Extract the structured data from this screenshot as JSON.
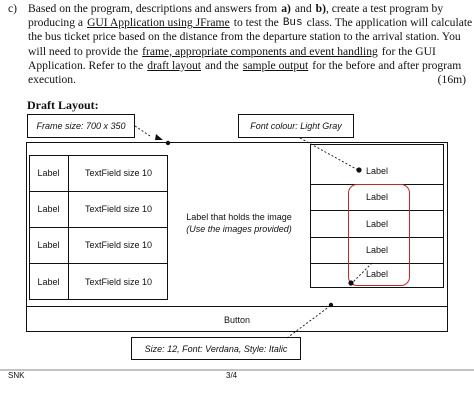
{
  "question": {
    "number": "c)",
    "line1_a": "Based on the program, descriptions and answers from",
    "line1_b": "a)",
    "line1_c": "and",
    "line1_d": "b)",
    "line1_e": ", create a test program by",
    "line2_a": "producing a",
    "line2_link": "GUI Application using JFrame",
    "line2_b": "to test the",
    "line2_code": "Bus",
    "line2_c": "class. The application will calculate",
    "line3": "the bus ticket price based on the distance from the departure station to the arrival station. You",
    "line4_a": "will need to provide the",
    "line4_link": "frame, appropriate components and event handling",
    "line4_b": "for the GUI",
    "line5_a": "Application. Refer to the",
    "line5_link1": "draft layout",
    "line5_b": "and the",
    "line5_link2": "sample output",
    "line5_c": "for the before and after program",
    "line6": "execution.",
    "marks": "(16m)"
  },
  "draft": {
    "title": "Draft Layout:",
    "callout_frame": "Frame size: 700 x 350",
    "callout_font": "Font colour: Light Gray",
    "callout_button_font": "Size: 12, Font: Verdana, Style: Italic",
    "left_rows": [
      {
        "label": "Label",
        "field": "TextField size 10"
      },
      {
        "label": "Label",
        "field": "TextField size 10"
      },
      {
        "label": "Label",
        "field": "TextField size 10"
      },
      {
        "label": "Label",
        "field": "TextField size 10"
      }
    ],
    "center_line1": "Label that holds the image",
    "center_line2": "(Use the images provided)",
    "right_labels": [
      "Label",
      "Label",
      "Label",
      "Label",
      "Label"
    ],
    "button": "Button",
    "highlight_color": "#c0282d"
  },
  "footer": {
    "left": "SNK",
    "page": "3/4"
  }
}
